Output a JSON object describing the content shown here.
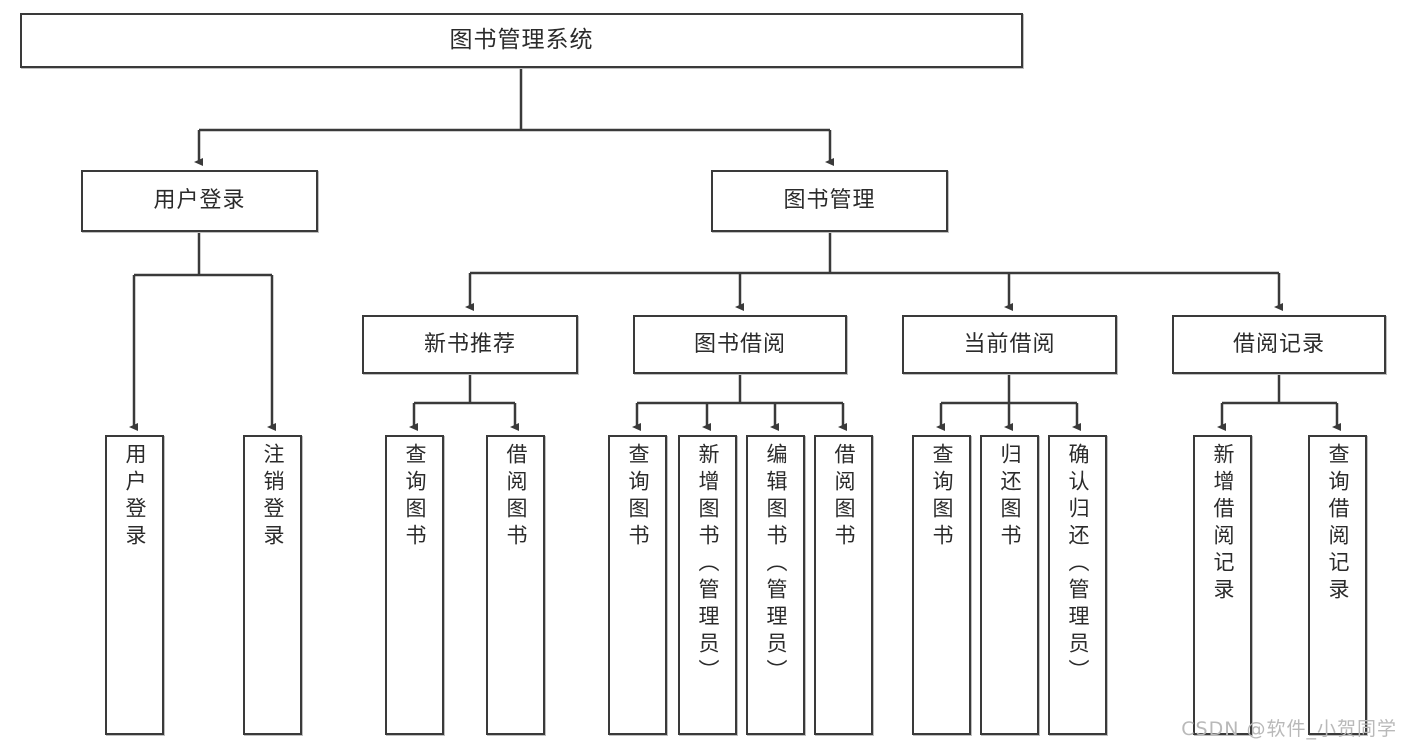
{
  "diagram": {
    "title": "图书管理系统",
    "type": "tree-hierarchy-diagram",
    "stroke_color": "#3a3a3a",
    "fill_color": "#ffffff",
    "text_color": "#2b2b2b",
    "root": {
      "label": "图书管理系统"
    },
    "level2": [
      {
        "label": "用户登录"
      },
      {
        "label": "图书管理"
      }
    ],
    "level3": [
      {
        "label": "新书推荐"
      },
      {
        "label": "图书借阅"
      },
      {
        "label": "当前借阅"
      },
      {
        "label": "借阅记录"
      }
    ],
    "leaves": [
      {
        "label": "用户登录"
      },
      {
        "label": "注销登录"
      },
      {
        "label": "查询图书"
      },
      {
        "label": "借阅图书"
      },
      {
        "label": "查询图书"
      },
      {
        "label": "新增图书（管理员）"
      },
      {
        "label": "编辑图书（管理员）"
      },
      {
        "label": "借阅图书"
      },
      {
        "label": "查询图书"
      },
      {
        "label": "归还图书"
      },
      {
        "label": "确认归还（管理员）"
      },
      {
        "label": "新增借阅记录"
      },
      {
        "label": "查询借阅记录"
      }
    ]
  },
  "watermark": {
    "text": "CSDN @软件_小贺同学"
  }
}
